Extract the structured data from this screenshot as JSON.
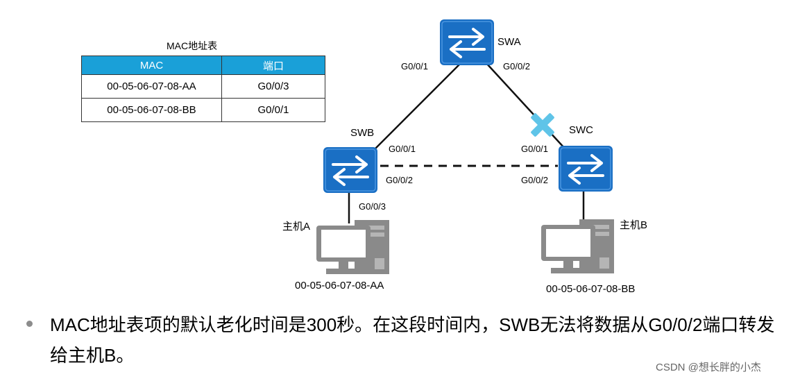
{
  "mac_table": {
    "title": "MAC地址表",
    "headers": [
      "MAC",
      "端口"
    ],
    "rows": [
      {
        "mac": "00-05-06-07-08-AA",
        "port": "G0/0/3"
      },
      {
        "mac": "00-05-06-07-08-BB",
        "port": "G0/0/1"
      }
    ]
  },
  "switches": {
    "swa": {
      "name": "SWA",
      "port_left": "G0/0/1",
      "port_right": "G0/0/2"
    },
    "swb": {
      "name": "SWB",
      "port_up": "G0/0/1",
      "port_right": "G0/0/2",
      "port_down": "G0/0/3"
    },
    "swc": {
      "name": "SWC",
      "port_up": "G0/0/1",
      "port_left": "G0/0/2"
    }
  },
  "hosts": {
    "a": {
      "name": "主机A",
      "mac": "00-05-06-07-08-AA"
    },
    "b": {
      "name": "主机B",
      "mac": "00-05-06-07-08-BB"
    }
  },
  "statement": "MAC地址表项的默认老化时间是300秒。在这段时间内，SWB无法将数据从G0/0/2端口转发给主机B。",
  "watermark": "CSDN @想长胖的小杰",
  "colors": {
    "switch_fill": "#1a6fc4",
    "table_header": "#1aa0d8",
    "break_mark": "#5fc4e8",
    "host_gray": "#8a8a8a"
  }
}
